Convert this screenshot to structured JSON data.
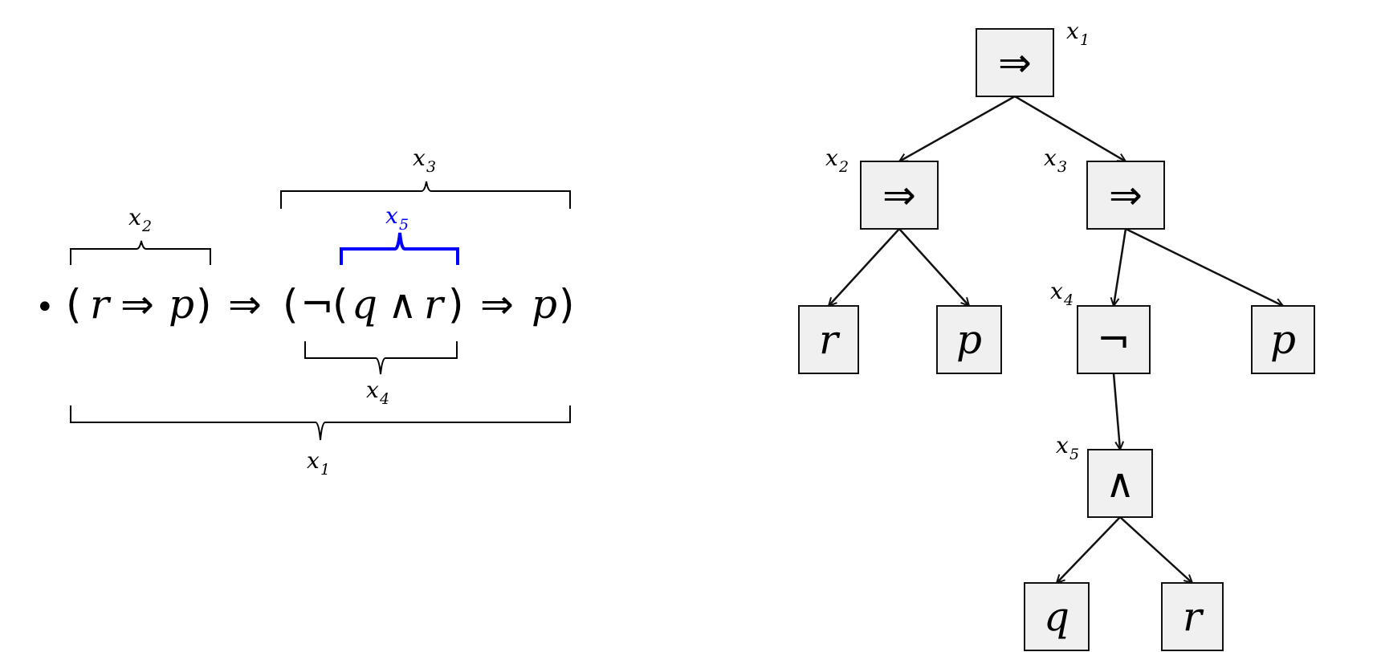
{
  "formula": {
    "bullet": "•",
    "tokens": [
      "(",
      "r",
      "⇒",
      "p",
      ")",
      "⇒",
      "(",
      "¬",
      "(",
      "q",
      "∧",
      "r",
      ")",
      "⇒",
      "p",
      ")"
    ],
    "braces": [
      {
        "label": "x",
        "sub": "2",
        "color": "#000000"
      },
      {
        "label": "x",
        "sub": "3",
        "color": "#000000"
      },
      {
        "label": "x",
        "sub": "5",
        "color": "#0000ff"
      },
      {
        "label": "x",
        "sub": "4",
        "color": "#000000"
      },
      {
        "label": "x",
        "sub": "1",
        "color": "#000000"
      }
    ]
  },
  "tree": {
    "nodes": [
      {
        "id": "n1",
        "symbol": "⇒",
        "label": "x",
        "sub": "1"
      },
      {
        "id": "n2",
        "symbol": "⇒",
        "label": "x",
        "sub": "2"
      },
      {
        "id": "n3",
        "symbol": "⇒",
        "label": "x",
        "sub": "3"
      },
      {
        "id": "n4",
        "symbol": "r"
      },
      {
        "id": "n5",
        "symbol": "p"
      },
      {
        "id": "n6",
        "symbol": "¬",
        "label": "x",
        "sub": "4"
      },
      {
        "id": "n7",
        "symbol": "p"
      },
      {
        "id": "n8",
        "symbol": "∧",
        "label": "x",
        "sub": "5"
      },
      {
        "id": "n9",
        "symbol": "q"
      },
      {
        "id": "n10",
        "symbol": "r"
      }
    ],
    "edges": [
      [
        "n1",
        "n2"
      ],
      [
        "n1",
        "n3"
      ],
      [
        "n2",
        "n4"
      ],
      [
        "n2",
        "n5"
      ],
      [
        "n3",
        "n6"
      ],
      [
        "n3",
        "n7"
      ],
      [
        "n6",
        "n8"
      ],
      [
        "n8",
        "n9"
      ],
      [
        "n8",
        "n10"
      ]
    ]
  },
  "colors": {
    "node_fill": "#f0f0f0",
    "stroke": "#111111",
    "highlight": "#0000ff"
  }
}
